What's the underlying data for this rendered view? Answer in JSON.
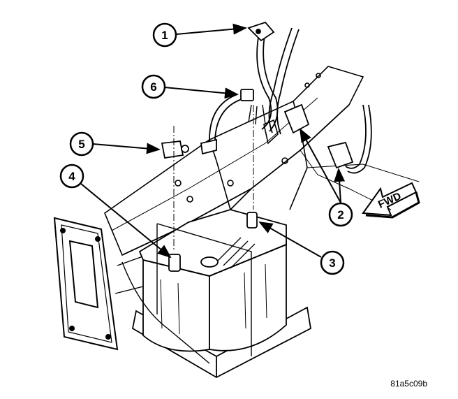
{
  "callouts": [
    {
      "id": "1",
      "label": "1"
    },
    {
      "id": "2",
      "label": "2"
    },
    {
      "id": "3",
      "label": "3"
    },
    {
      "id": "4",
      "label": "4"
    },
    {
      "id": "5",
      "label": "5"
    },
    {
      "id": "6",
      "label": "6"
    }
  ],
  "direction": {
    "label": "FWD"
  },
  "figure_id": "81a5c09b",
  "colors": {
    "ink": "#000000",
    "background": "#ffffff",
    "shade": "#d9d9d9"
  }
}
